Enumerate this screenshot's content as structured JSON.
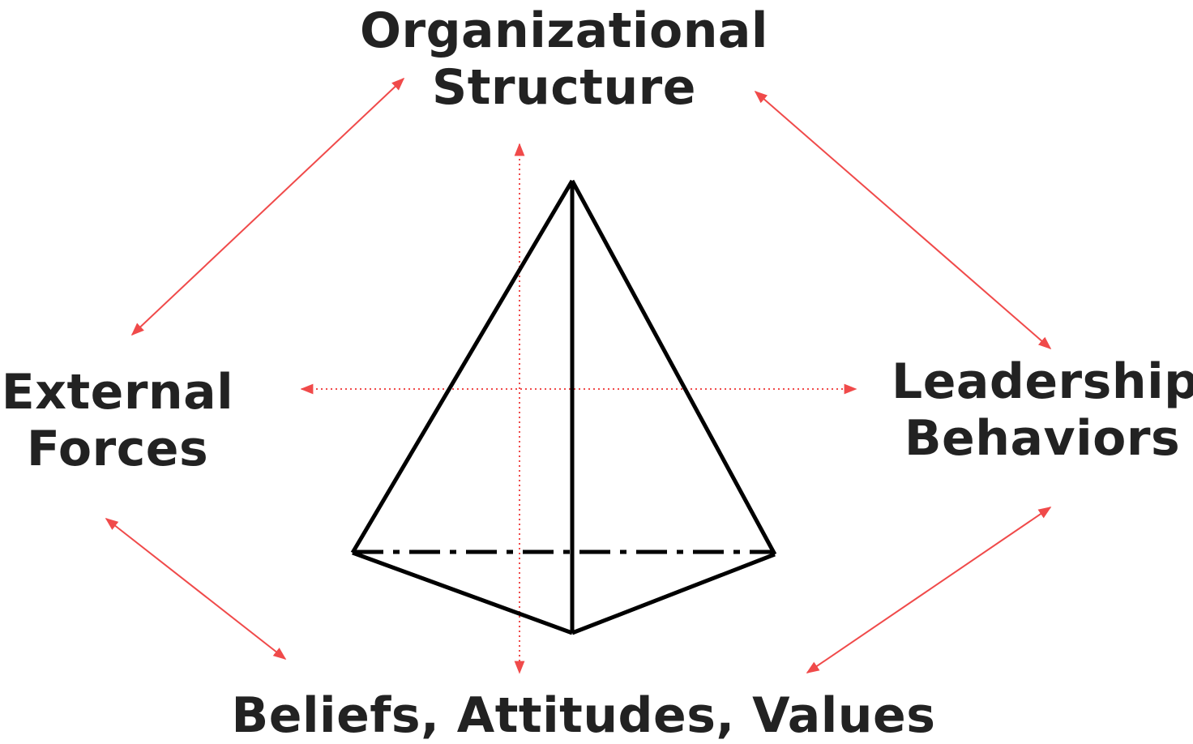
{
  "labels": {
    "top": [
      "Organizational",
      "Structure"
    ],
    "left": [
      "External",
      "Forces"
    ],
    "right": [
      "Leadership",
      "Behaviors"
    ],
    "bottom": [
      "Beliefs, Attitudes, Values"
    ]
  },
  "colors": {
    "text": "#222222",
    "arrow": "#f04a4a",
    "pyramid": "#000000"
  }
}
